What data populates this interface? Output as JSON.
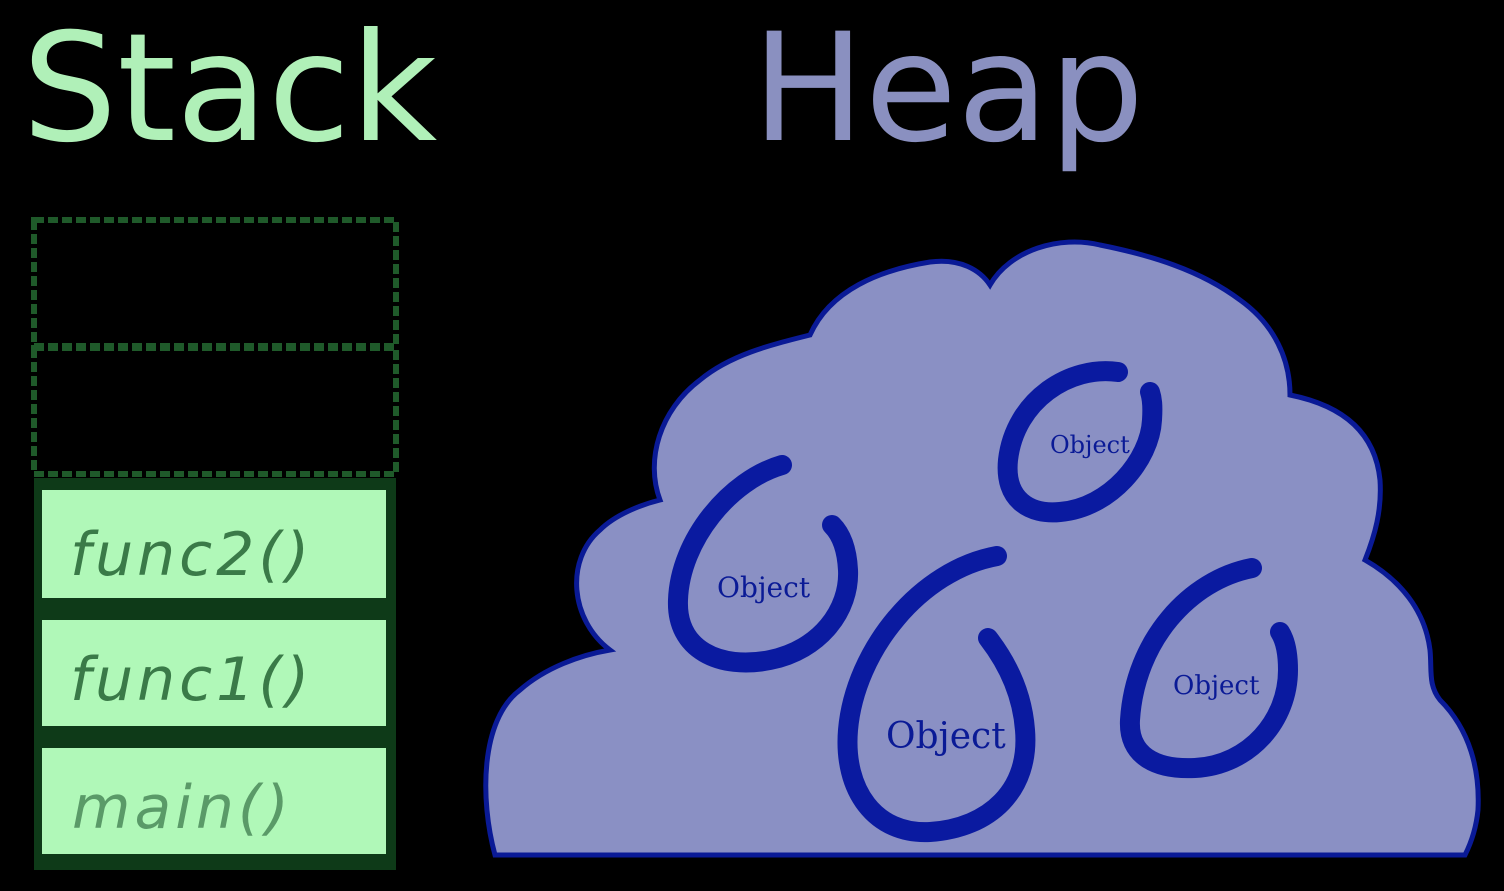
{
  "titles": {
    "stack": "Stack",
    "heap": "Heap"
  },
  "stack": {
    "frames": [
      {
        "label": "",
        "filled": false
      },
      {
        "label": "",
        "filled": false
      },
      {
        "label": "func2()",
        "filled": true
      },
      {
        "label": "func1()",
        "filled": true
      },
      {
        "label": "main()",
        "filled": true
      }
    ]
  },
  "heap": {
    "objects": [
      {
        "label": "Object"
      },
      {
        "label": "Object"
      },
      {
        "label": "Object"
      },
      {
        "label": "Object"
      }
    ]
  },
  "colors": {
    "stack_title": "#b0f0b8",
    "heap_title": "#8a90c0",
    "stack_frame_fill": "#b0f8b8",
    "stack_frame_border": "#0e3a18",
    "stack_text": "#3a7a48",
    "heap_fill": "#8a90c4",
    "heap_border": "#0a1a96",
    "object_stroke": "#0a1aa0"
  }
}
